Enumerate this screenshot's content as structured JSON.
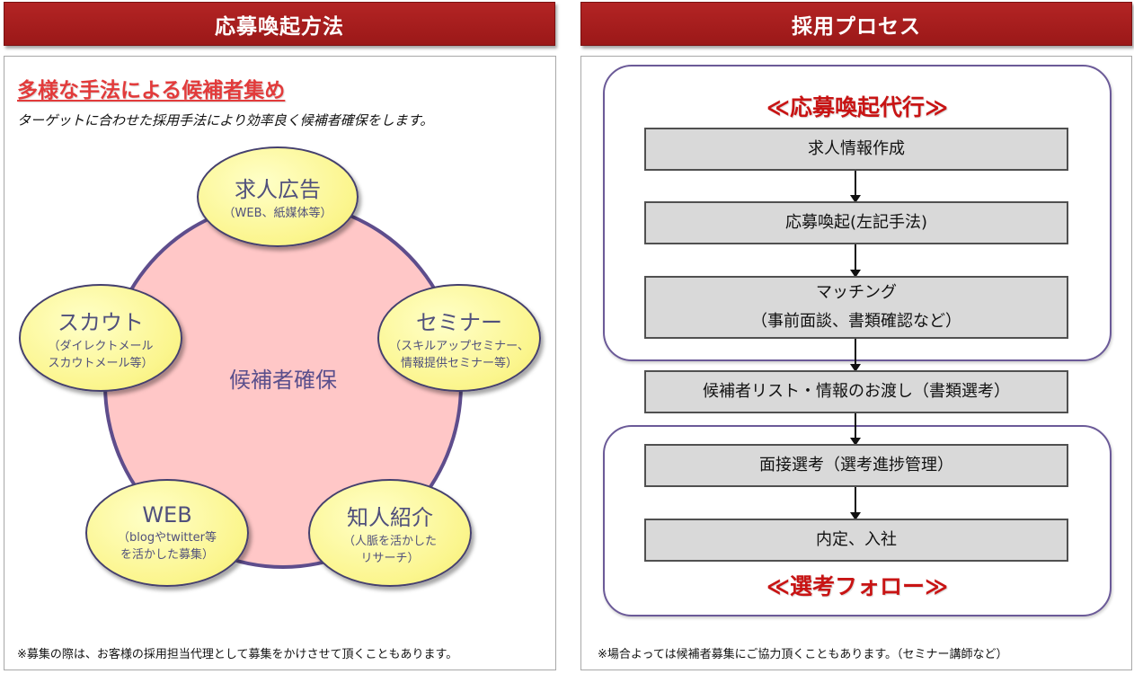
{
  "left": {
    "header": "応募喚起方法",
    "heading": "多様な手法による候補者集め",
    "subtext": "ターゲットに合わせた採用手法により効率良く候補者確保をします。",
    "center_label": "候補者確保",
    "methods": [
      {
        "title": "求人広告",
        "sub1": "（WEB、紙媒体等）",
        "sub2": ""
      },
      {
        "title": "セミナー",
        "sub1": "（スキルアップセミナー、",
        "sub2": "情報提供セミナー等）"
      },
      {
        "title": "知人紹介",
        "sub1": "（人脈を活かした",
        "sub2": "リサーチ）"
      },
      {
        "title": "WEB",
        "sub1": "（blogやtwitter等",
        "sub2": "を活かした募集）"
      },
      {
        "title": "スカウト",
        "sub1": "（ダイレクトメール",
        "sub2": "スカウトメール等）"
      }
    ],
    "note": "※募集の際は、お客様の採用担当代理として募集をかけさせて頂くこともあります。"
  },
  "right": {
    "header": "採用プロセス",
    "group1_title": "≪応募喚起代行≫",
    "group2_title": "≪選考フォロー≫",
    "steps": [
      {
        "line1": "求人情報作成",
        "line2": ""
      },
      {
        "line1": "応募喚起(左記手法)",
        "line2": ""
      },
      {
        "line1": "マッチング",
        "line2": "（事前面談、書類確認など）"
      },
      {
        "line1": "候補者リスト・情報のお渡し（書類選考）",
        "line2": ""
      },
      {
        "line1": "面接選考（選考進捗管理）",
        "line2": ""
      },
      {
        "line1": "内定、入社",
        "line2": ""
      }
    ],
    "note": "※場合よっては候補者募集にご協力頂くこともあります。（セミナー講師など）"
  },
  "colors": {
    "header_bg": "#9b1818",
    "heading_red": "#e23b3b",
    "circle_fill": "#ffc7c7",
    "oval_fill": "#fbf58c",
    "step_fill": "#d9d9d9",
    "frame_border": "#6b5a98"
  }
}
